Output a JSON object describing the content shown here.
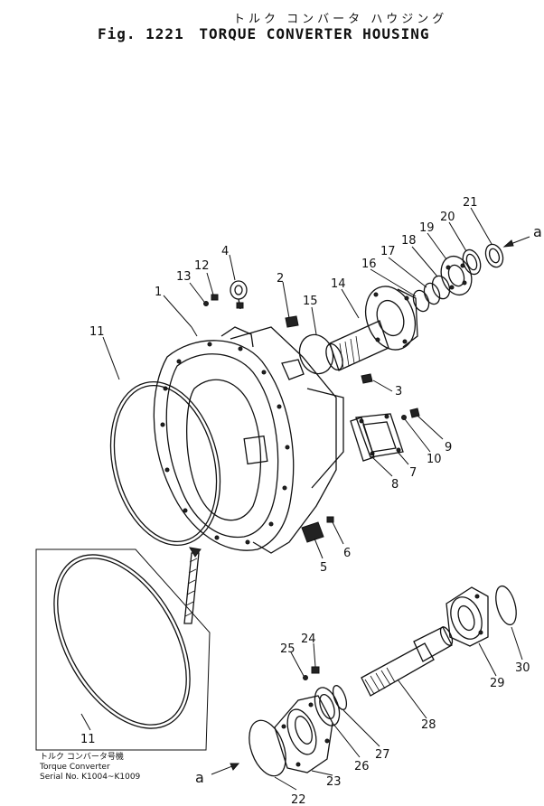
{
  "title": {
    "jp": "トルク コンバータ ハウジング",
    "fig": "Fig. 1221",
    "en": "TORQUE CONVERTER HOUSING"
  },
  "arrows": {
    "upper": "a",
    "lower": "a"
  },
  "inset_note": {
    "jp": "トルク コンバータ号機",
    "line1": "Torque Converter",
    "line2": "Serial No. K1004~K1009"
  },
  "parts": [
    "1",
    "2",
    "3",
    "4",
    "5",
    "6",
    "7",
    "8",
    "9",
    "10",
    "11",
    "12",
    "13",
    "14",
    "15",
    "16",
    "17",
    "18",
    "19",
    "20",
    "21",
    "22",
    "23",
    "24",
    "25",
    "26",
    "27",
    "28",
    "29",
    "30"
  ],
  "inset_part": "11"
}
